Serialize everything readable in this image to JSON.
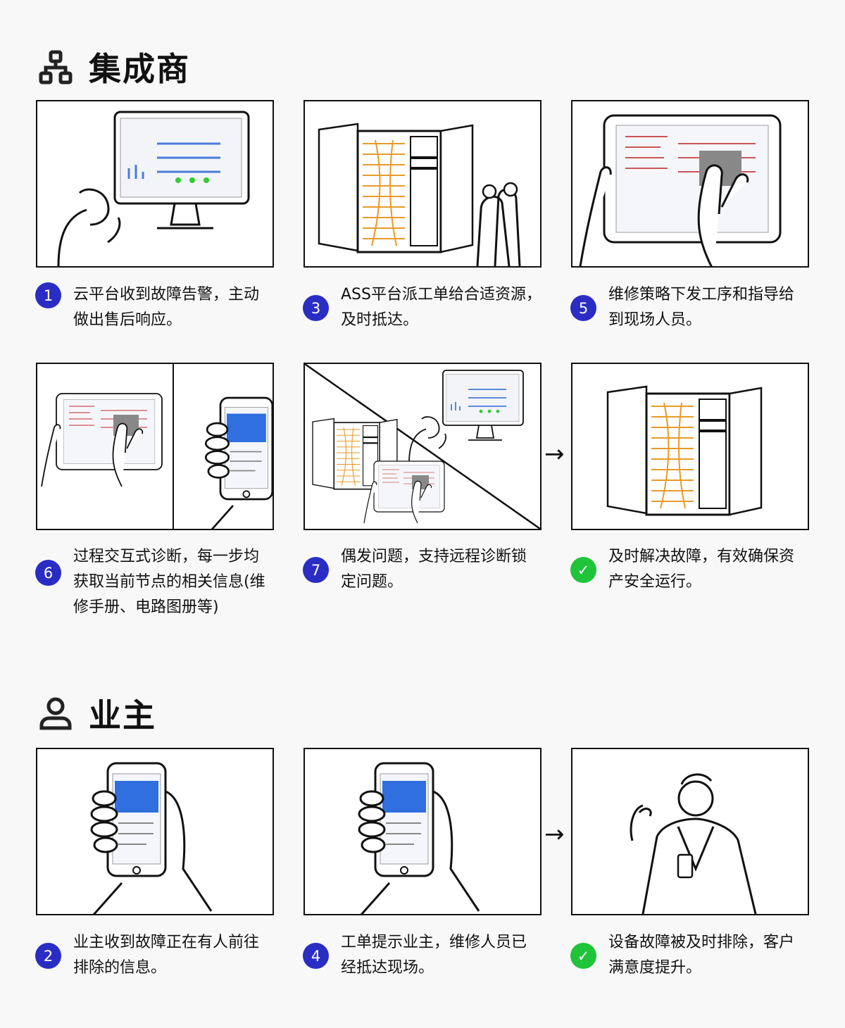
{
  "sections": [
    {
      "title": "集成商",
      "icon": "network-hierarchy-icon",
      "steps": [
        {
          "badge": "1",
          "type": "number",
          "text": "云平台收到故障告警，主动做出售后响应。",
          "illustration": "person-at-monitor"
        },
        {
          "badge": "3",
          "type": "number",
          "text": "ASS平台派工单给合适资源，及时抵达。",
          "illustration": "cabinet-with-technicians"
        },
        {
          "badge": "5",
          "type": "number",
          "text": "维修策略下发工序和指导给到现场人员。",
          "illustration": "hands-on-tablet"
        },
        {
          "badge": "6",
          "type": "number",
          "text": "过程交互式诊断，每一步均获取当前节点的相关信息(维修手册、电路图册等)",
          "illustration": "tablet-and-phone"
        },
        {
          "badge": "7",
          "type": "number",
          "text": "偶发问题，支持远程诊断锁定问题。",
          "illustration": "remote-diagnosis-split"
        },
        {
          "badge": "",
          "type": "check",
          "text": "及时解决故障，有效确保资产安全运行。",
          "illustration": "open-cabinet"
        }
      ]
    },
    {
      "title": "业主",
      "icon": "user-icon",
      "steps": [
        {
          "badge": "2",
          "type": "number",
          "text": "业主收到故障正在有人前往排除的信息。",
          "illustration": "phone-in-hand"
        },
        {
          "badge": "4",
          "type": "number",
          "text": "工单提示业主，维修人员已经抵达现场。",
          "illustration": "phone-in-hand"
        },
        {
          "badge": "",
          "type": "check",
          "text": "设备故障被及时排除，客户满意度提升。",
          "illustration": "happy-customer"
        }
      ]
    }
  ],
  "arrow": "→",
  "check": "✓",
  "colors": {
    "badge_blue": "#2a2dc3",
    "badge_green": "#1fc43a"
  }
}
